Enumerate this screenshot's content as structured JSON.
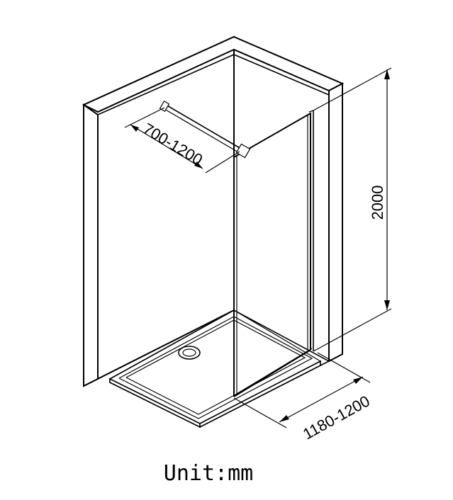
{
  "dimensions": {
    "bar_length": "700-1200",
    "height": "2000",
    "width": "1180-1200"
  },
  "unit_label": "Unit:mm",
  "colors": {
    "line": "#000000",
    "background": "#ffffff"
  }
}
